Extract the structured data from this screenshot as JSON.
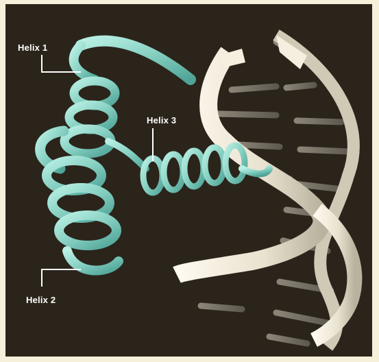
{
  "labels": {
    "helix1": "Helix 1",
    "helix2": "Helix 2",
    "helix3": "Helix 3"
  },
  "colors": {
    "background": "#2b241b",
    "border": "#f6efd9",
    "protein_ribbon": "#8fd6c8",
    "dna_backbone": "#efe9d6",
    "dna_bases": "#6f6a5e",
    "label_text": "#ffffff"
  }
}
